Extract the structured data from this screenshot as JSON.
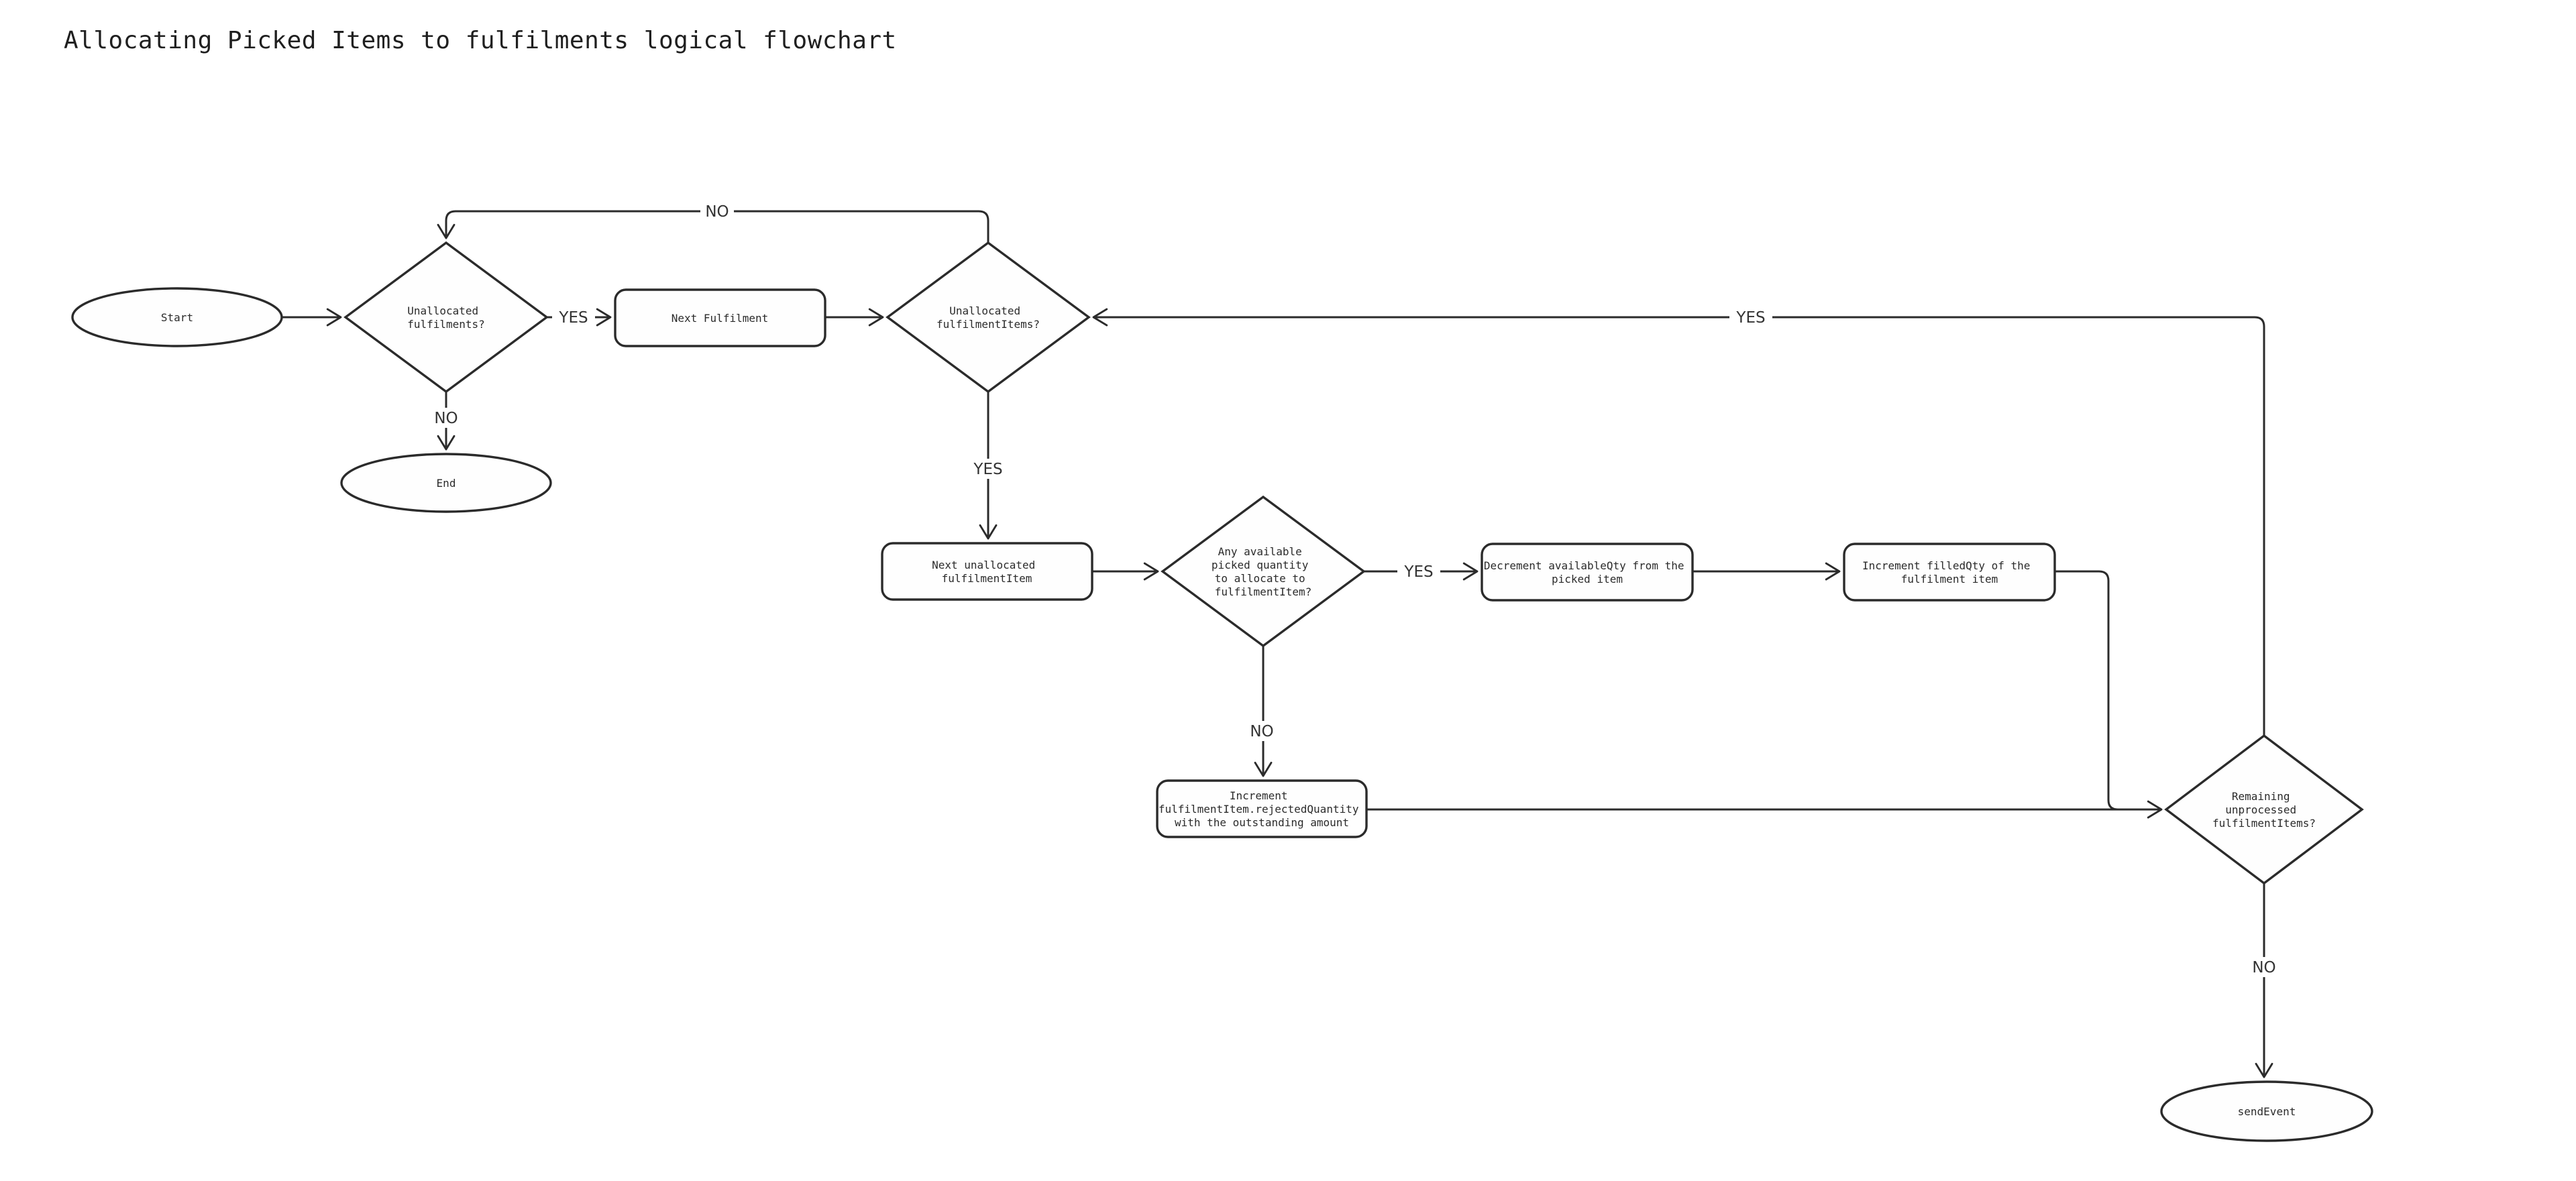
{
  "title": "Allocating Picked Items to fulfilments logical flowchart",
  "colors": {
    "background": "#ffffff",
    "stroke": "#2b2b2b",
    "node_fill": "#fefefe",
    "node_text": "#2b2b2b",
    "edge_label_text": "#333333"
  },
  "nodes": {
    "start": {
      "type": "terminator",
      "label": "Start"
    },
    "unallocated_fulfilments": {
      "type": "decision",
      "lines": [
        "Unallocated",
        "fulfilments?"
      ]
    },
    "next_fulfilment": {
      "type": "process",
      "label": "Next Fulfilment"
    },
    "unallocated_fulfilment_items": {
      "type": "decision",
      "lines": [
        "Unallocated",
        "fulfilmentItems?"
      ]
    },
    "end": {
      "type": "terminator",
      "label": "End"
    },
    "next_unallocated_fulfilment_item": {
      "type": "process",
      "lines": [
        "Next unallocated",
        "fulfilmentItem"
      ]
    },
    "any_available_picked_quantity": {
      "type": "decision",
      "lines": [
        "Any available",
        "picked quantity",
        "to allocate to",
        "fulfilmentItem?"
      ]
    },
    "decrement_available_qty": {
      "type": "process",
      "lines": [
        "Decrement availableQty from the",
        "picked item"
      ]
    },
    "increment_filled_qty": {
      "type": "process",
      "lines": [
        "Increment filledQty of the",
        "fulfilment item"
      ]
    },
    "increment_rejected_quantity": {
      "type": "process",
      "lines": [
        "Increment",
        "fulfilmentItem.rejectedQuantity",
        "with the outstanding amount"
      ]
    },
    "remaining_unprocessed_items": {
      "type": "decision",
      "lines": [
        "Remaining",
        "unprocessed",
        "fulfilmentItems?"
      ]
    },
    "send_event": {
      "type": "terminator",
      "label": "sendEvent"
    }
  },
  "edge_labels": {
    "yes_fulfilments": "YES",
    "no_fulfilments": "NO",
    "no_fulfilment_items": "NO",
    "yes_fulfilment_items": "YES",
    "yes_quantity": "YES",
    "no_quantity": "NO",
    "yes_remaining": "YES",
    "no_remaining": "NO"
  },
  "edges": [
    {
      "from": "start",
      "to": "unallocated_fulfilments",
      "label": ""
    },
    {
      "from": "unallocated_fulfilments",
      "to": "next_fulfilment",
      "label": "YES"
    },
    {
      "from": "unallocated_fulfilments",
      "to": "end",
      "label": "NO"
    },
    {
      "from": "next_fulfilment",
      "to": "unallocated_fulfilment_items",
      "label": ""
    },
    {
      "from": "unallocated_fulfilment_items",
      "to": "unallocated_fulfilments",
      "label": "NO"
    },
    {
      "from": "unallocated_fulfilment_items",
      "to": "next_unallocated_fulfilment_item",
      "label": "YES"
    },
    {
      "from": "next_unallocated_fulfilment_item",
      "to": "any_available_picked_quantity",
      "label": ""
    },
    {
      "from": "any_available_picked_quantity",
      "to": "decrement_available_qty",
      "label": "YES"
    },
    {
      "from": "any_available_picked_quantity",
      "to": "increment_rejected_quantity",
      "label": "NO"
    },
    {
      "from": "decrement_available_qty",
      "to": "increment_filled_qty",
      "label": ""
    },
    {
      "from": "increment_filled_qty",
      "to": "remaining_unprocessed_items",
      "label": ""
    },
    {
      "from": "increment_rejected_quantity",
      "to": "remaining_unprocessed_items",
      "label": ""
    },
    {
      "from": "remaining_unprocessed_items",
      "to": "unallocated_fulfilment_items",
      "label": "YES"
    },
    {
      "from": "remaining_unprocessed_items",
      "to": "send_event",
      "label": "NO"
    }
  ]
}
